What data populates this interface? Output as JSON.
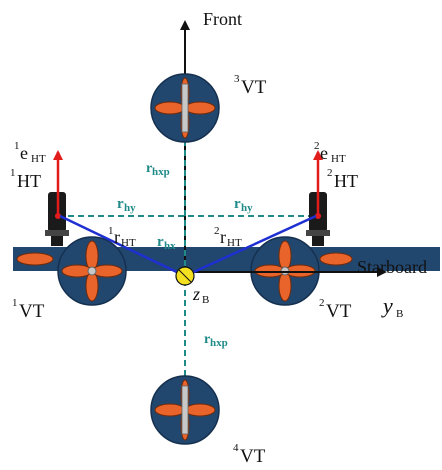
{
  "labels": {
    "front": "Front",
    "starboard": "Starboard",
    "vt3_sup": "3",
    "vt3_main": "VT",
    "vt1_sup": "1",
    "vt1_main": "VT",
    "vt2_sup": "2",
    "vt2_main": "VT",
    "vt4_sup": "4",
    "vt4_main": "VT",
    "ht1_sup": "1",
    "ht1_main": "HT",
    "ht2_sup": "2",
    "ht2_main": "HT",
    "e1_sup": "1",
    "e1_main": "e",
    "e1_sub": "HT",
    "e2_sup": "2",
    "e2_main": "e",
    "e2_sub": "HT",
    "r1_sup": "1",
    "r1_main": "r",
    "r1_sub": "HT",
    "r2_sup": "2",
    "r2_main": "r",
    "r2_sub": "HT",
    "rhxp_top_main": "r",
    "rhxp_top_sub": "hxp",
    "rhxp_bot_main": "r",
    "rhxp_bot_sub": "hxp",
    "rhy_left_main": "r",
    "rhy_left_sub": "hy",
    "rhy_right_main": "r",
    "rhy_right_sub": "hy",
    "rhx_main": "r",
    "rhx_sub": "hx",
    "zb_main": "z",
    "zb_sub": "B",
    "yb_main": "y",
    "yb_sub": "B"
  },
  "colors": {
    "disc": "#22476e",
    "propeller": "#e8642a",
    "hub": "#c8c8c8",
    "thruster_body": "#1a1a1a",
    "red_vector": "#e21b1b",
    "blue_vector": "#1f2fd0",
    "teal_dashed": "#1f8a88",
    "center_marker": "#f2e021",
    "hull_bar": "#22476e"
  }
}
